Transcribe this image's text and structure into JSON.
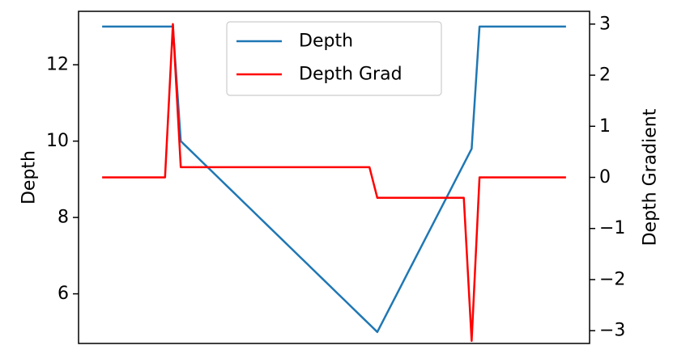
{
  "chart_data": {
    "type": "line",
    "x": [
      0,
      1,
      2,
      3,
      4,
      5,
      6,
      7,
      8,
      9,
      10,
      11,
      12,
      13,
      14,
      15,
      16,
      17,
      18,
      19,
      20,
      21,
      22,
      23,
      24,
      25,
      26,
      27,
      28,
      29,
      30,
      31,
      32,
      33,
      34,
      35,
      36,
      37,
      38,
      39,
      40,
      41,
      42,
      43,
      44,
      45,
      46,
      47,
      48,
      49,
      50,
      51,
      52,
      53,
      54,
      55,
      56,
      57,
      58,
      59
    ],
    "y_left": {
      "label": "Depth",
      "ylim": [
        4.7,
        13.4
      ],
      "ticks": [
        6,
        8,
        10,
        12
      ],
      "tick_labels": [
        "6",
        "8",
        "10",
        "12"
      ]
    },
    "y_right": {
      "label": "Depth Gradient",
      "ylim": [
        -3.25,
        3.25
      ],
      "ticks": [
        -3,
        -2,
        -1,
        0,
        1,
        2,
        3
      ],
      "tick_labels": [
        "−3",
        "−2",
        "−1",
        "0",
        "1",
        "2",
        "3"
      ]
    },
    "series": [
      {
        "name": "Depth",
        "axis": "left",
        "color": "#1f77b4",
        "values": [
          13,
          13,
          13,
          13,
          13,
          13,
          13,
          13,
          13,
          13,
          10,
          9.8,
          9.6,
          9.4,
          9.2,
          9.0,
          8.8,
          8.6,
          8.4,
          8.2,
          8.0,
          7.8,
          7.6,
          7.4,
          7.2,
          7.0,
          6.8,
          6.6,
          6.4,
          6.2,
          6.0,
          5.8,
          5.6,
          5.4,
          5.2,
          5.0,
          5.4,
          5.8,
          6.2,
          6.6,
          7.0,
          7.4,
          7.8,
          8.2,
          8.6,
          9.0,
          9.4,
          9.8,
          13,
          13,
          13,
          13,
          13,
          13,
          13,
          13,
          13,
          13,
          13,
          13
        ]
      },
      {
        "name": "Depth Grad",
        "axis": "right",
        "color": "#ff0000",
        "values": [
          0,
          0,
          0,
          0,
          0,
          0,
          0,
          0,
          0,
          3,
          0.2,
          0.2,
          0.2,
          0.2,
          0.2,
          0.2,
          0.2,
          0.2,
          0.2,
          0.2,
          0.2,
          0.2,
          0.2,
          0.2,
          0.2,
          0.2,
          0.2,
          0.2,
          0.2,
          0.2,
          0.2,
          0.2,
          0.2,
          0.2,
          0.2,
          -0.4,
          -0.4,
          -0.4,
          -0.4,
          -0.4,
          -0.4,
          -0.4,
          -0.4,
          -0.4,
          -0.4,
          -0.4,
          -0.4,
          -3.2,
          0,
          0,
          0,
          0,
          0,
          0,
          0,
          0,
          0,
          0,
          0,
          0
        ]
      }
    ],
    "xlim": [
      -3,
      62
    ],
    "legend": {
      "placement": "top-center"
    }
  }
}
